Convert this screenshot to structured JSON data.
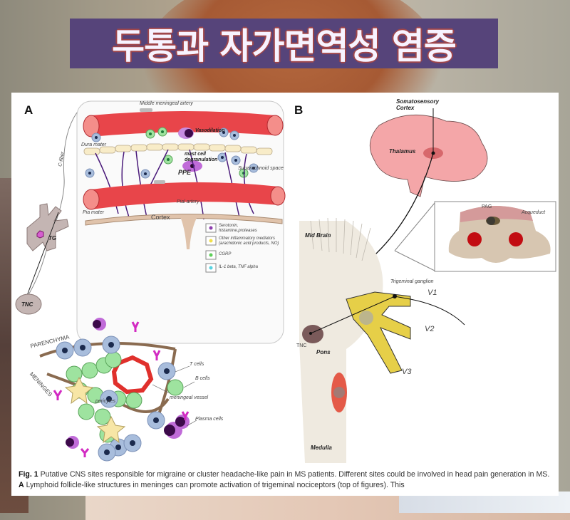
{
  "title": "두통과 자가면역성 염증",
  "colors": {
    "title_band": "#56447a",
    "title_text": "#f7f3ff",
    "title_outline": "#a0464a",
    "artery": "#e8454a",
    "t_cell": "#a9bfdc",
    "b_cell": "#9ee39f",
    "plasma_cell": "#c06bd8",
    "brain": "#f4a6a8",
    "trigeminal": "#e6cf48"
  },
  "figure": {
    "panel_a": {
      "label": "A",
      "inset": {
        "middle_meningeal_artery": "Middle meningeal artery",
        "vasodilation": "Vasodilation",
        "dura_mater": "Dura mater",
        "mast_cell": "mast cell degranulation",
        "subarachnoid": "Subarachnoid space",
        "ppe": "PPE",
        "pial_artery": "Pial artery",
        "pia_mater": "Pia mater",
        "cortex": "Cortex",
        "c_fiber": "C-fiber"
      },
      "legend": [
        {
          "label": "Serotonin, histamine,proteases",
          "color": "#8d3fae"
        },
        {
          "label": "Other inflammatory mediators (arachidonic acid products, NO)",
          "color": "#f2e04a"
        },
        {
          "label": "CGRP",
          "color": "#5fcf5a"
        },
        {
          "label": "IL-1 beta, TNF alpha",
          "color": "#58d3e0"
        }
      ],
      "tg": "TG",
      "tnc": "TNC",
      "lower": {
        "parenchyma": "PARENCHYMA",
        "meninges": "MENINGES",
        "t_cells": "T cells",
        "b_cells": "B cells",
        "vessel": "meningeal vessel",
        "pericytes": "pericytes",
        "plasma": "Plasma cells"
      }
    },
    "panel_b": {
      "label": "B",
      "somatosensory": "Somatosensory",
      "cortex": "Cortex",
      "thalamus": "Thalamus",
      "pag": "PAG",
      "aqueduct": "Acqueduct",
      "mid_brain": "Mid Brain",
      "trigeminal_ganglion": "Trigeminal ganglion",
      "v1": "V1",
      "v2": "V2",
      "v3": "V3",
      "tnc": "TNC",
      "pons": "Pons",
      "medulla": "Medulla"
    },
    "caption": {
      "fig": "Fig. 1",
      "line1": " Putative CNS sites responsible for migraine or cluster headache-like pain in MS patients. Different sites could be involved in head pain generation in MS. ",
      "a": "A",
      "line2": " Lymphoid follicle-like structures in meninges can promote activation of trigeminal nociceptors (top of figures). This"
    }
  }
}
